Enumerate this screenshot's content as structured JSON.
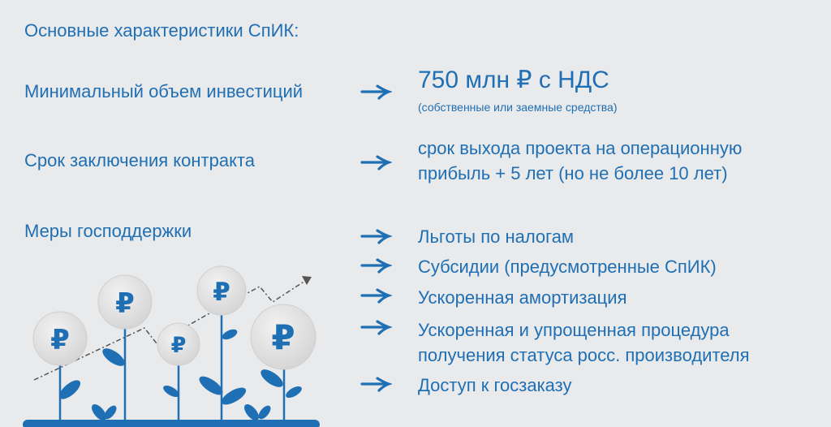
{
  "title": "Основные характеристики СпИК:",
  "colors": {
    "accent": "#1f6fb4",
    "background": "#e9eaec",
    "coin": "#dcdcdc"
  },
  "rows": [
    {
      "label": "Минимальный объем инвестиций",
      "value": "750 млн ₽ с НДС",
      "note": "(собственные или заемные средства)"
    },
    {
      "label": "Срок заключения контракта",
      "value_line1": "срок выхода проекта на операционную",
      "value_line2": "прибыль + 5 лет (но не более 10 лет)"
    },
    {
      "label": "Меры господдержки",
      "items": [
        "Льготы по налогам",
        "Субсидии (предусмотренные СпИК)",
        "Ускоренная амортизация",
        "Ускоренная и упрощенная процедура",
        "получения статуса росс. производителя",
        "Доступ к госзаказу"
      ]
    }
  ],
  "illustration": {
    "icon": "ruble-coin-plants-growth-chart",
    "coin_symbol": "₽"
  }
}
